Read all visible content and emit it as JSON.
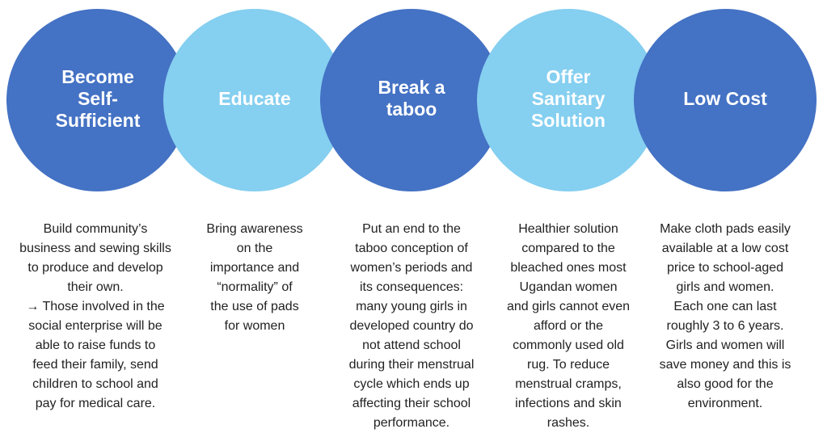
{
  "colors": {
    "dark_circle": "#4472C4",
    "light_circle": "#85CFF0",
    "text": "#222222"
  },
  "items": [
    {
      "title": "Become\nSelf-\nSufficient",
      "description": "Build community’s\nbusiness and sewing skills\nto produce and develop\ntheir own.\n→ Those involved in the\nsocial enterprise will be\nable to raise funds to\nfeed their family, send\nchildren to school and\npay for medical care."
    },
    {
      "title": "Educate",
      "description": "Bring awareness\non the\nimportance and\n“normality” of\nthe use of pads\nfor women"
    },
    {
      "title": "Break a\ntaboo",
      "description": "Put an end to the\ntaboo conception of\nwomen’s periods and\nits consequences:\nmany young girls in\ndeveloped country do\nnot attend school\nduring their menstrual\ncycle which ends up\naffecting their school\nperformance."
    },
    {
      "title": "Offer\nSanitary\nSolution",
      "description": "Healthier solution\ncompared to the\nbleached ones most\nUgandan women\nand girls cannot even\nafford or the\ncommonly used old\nrug. To reduce\nmenstrual cramps,\ninfections and skin\nrashes."
    },
    {
      "title": "Low Cost",
      "description": "Make cloth pads easily\navailable at a low cost\nprice to school-aged\ngirls and women.\nEach one can last\nroughly 3 to 6 years.\nGirls and women will\nsave money and this is\nalso good for the\nenvironment."
    }
  ]
}
